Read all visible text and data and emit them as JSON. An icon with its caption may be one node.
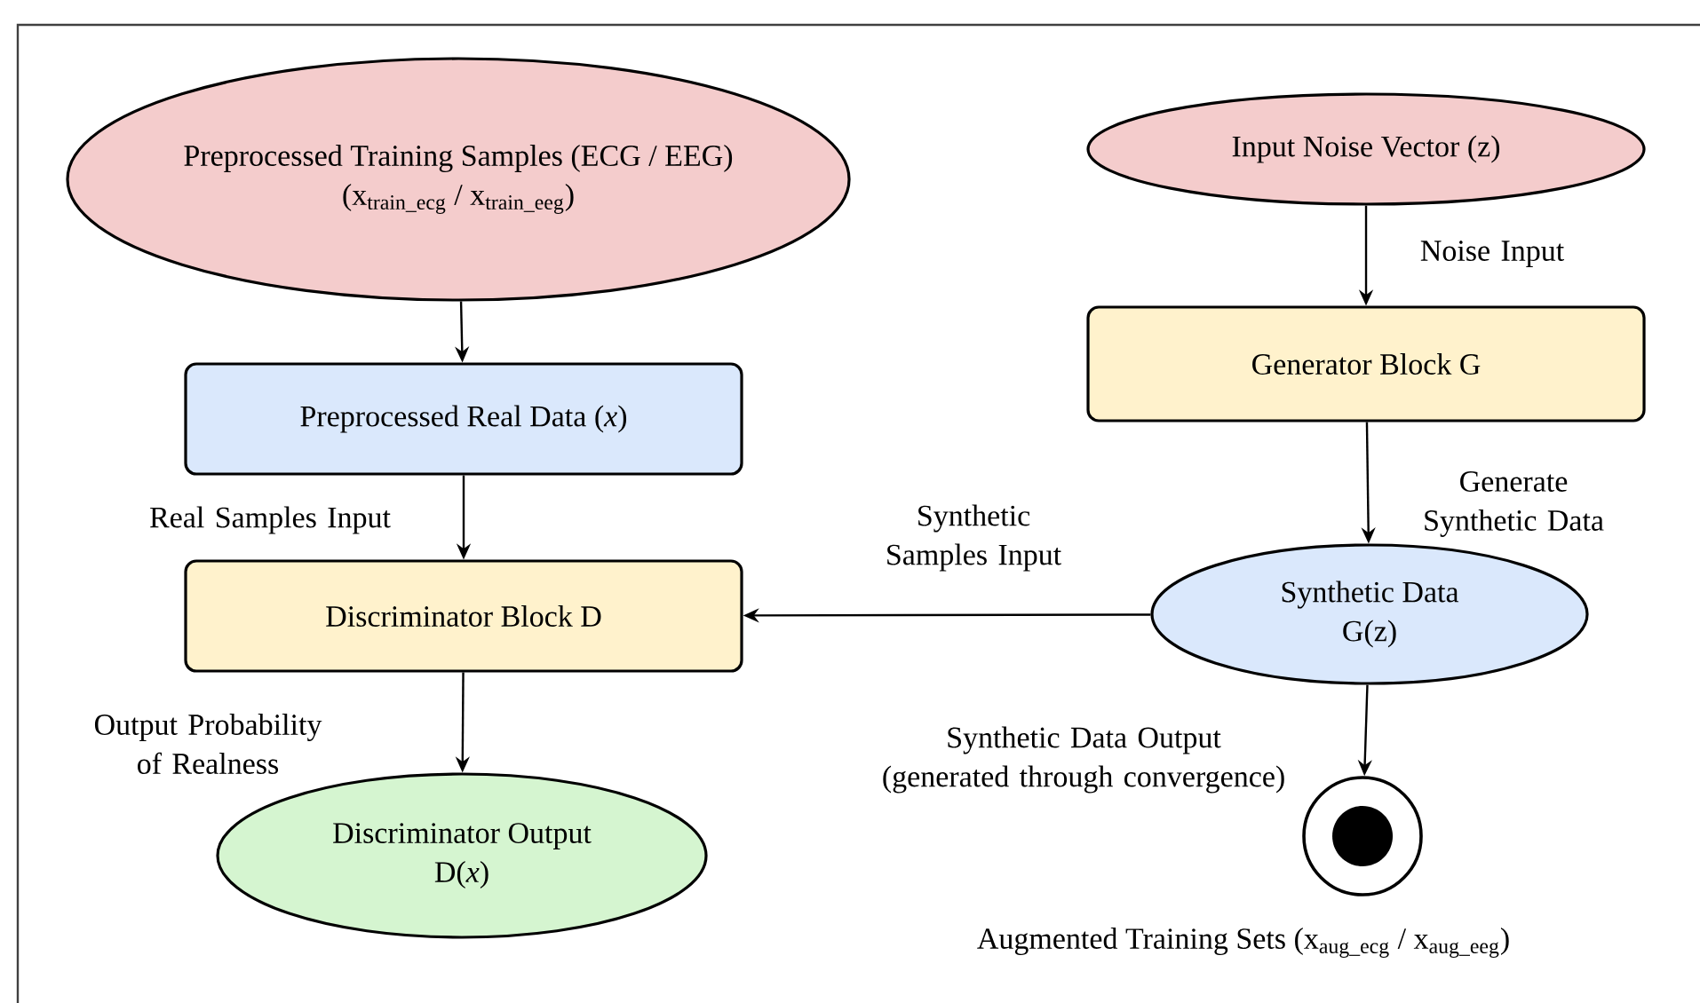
{
  "diagram": {
    "nodes": [
      {
        "text": [
          "Preprocessed Training Samples (ECG / EEG)",
          "(x$_{train_ecg}$ / x$_{train_eeg}$)"
        ]
      },
      {
        "text": [
          "Preprocessed Real Data (*x*)"
        ]
      },
      {
        "text": [
          "Discriminator Block D"
        ]
      },
      {
        "text": [
          "Discriminator Output",
          "D(*x*)"
        ]
      },
      {
        "text": [
          "Input Noise Vector (z)"
        ]
      },
      {
        "text": [
          "Generator Block G"
        ]
      },
      {
        "text": [
          "Synthetic Data",
          "G(z)"
        ]
      },
      {
        "text": [],
        "shape": "circle",
        "beside": [
          "Augmented Training Sets (x$_{aug_ecg}$ / x$_{aug_eeg}$)"
        ]
      }
    ],
    "edges": [
      {
        "from": 0,
        "to": 1,
        "arrow": "to"
      },
      {
        "from": 1,
        "to": 2,
        "arrow": "to",
        "label": "Real Samples Input"
      },
      {
        "from": 2,
        "to": 3,
        "arrow": "to",
        "label": "Output Probability of Realness"
      },
      {
        "from": 4,
        "to": 5,
        "arrow": "to",
        "label": "Noise Input"
      },
      {
        "from": 5,
        "to": 6,
        "arrow": "to",
        "label": "Generate Synthetic Data"
      },
      {
        "from": 6,
        "to": 2,
        "arrow": "to",
        "label": "Synthetic Samples Input"
      },
      {
        "from": 6,
        "to": 7,
        "arrow": "to",
        "label": "Synthetic Data Output (generated through convergence)"
      }
    ]
  }
}
